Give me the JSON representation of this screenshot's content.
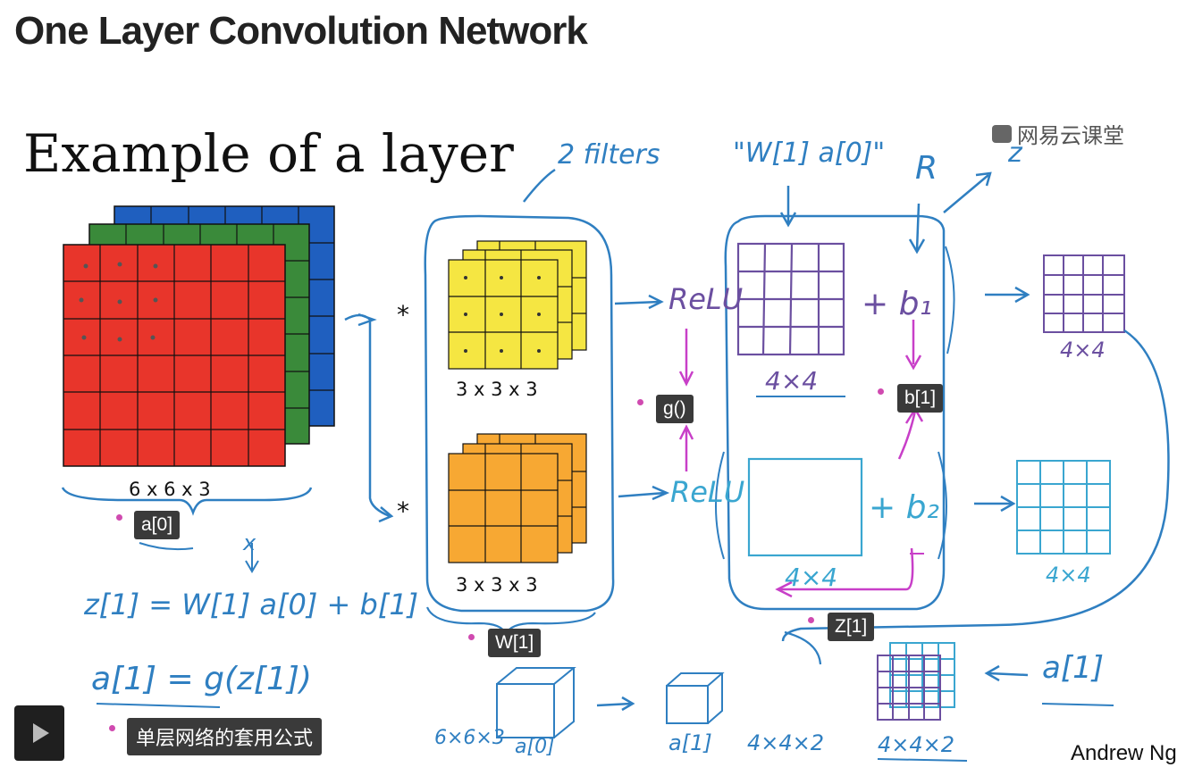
{
  "page": {
    "title": "One Layer Convolution Network"
  },
  "slide": {
    "heading": "Example of a layer",
    "watermark": "网易云课堂",
    "author": "Andrew Ng",
    "input_dim": "6 x 6 x 3",
    "filter1_dim": "3 x 3 x 3",
    "filter2_dim": "3 x 3 x 3",
    "star1": "*",
    "star2": "*",
    "handwriting": {
      "filters_note": "2 filters",
      "wa_note": "\"W[1] a[0]\"",
      "R_note": "R",
      "z_note": "z",
      "relu1": "ReLU",
      "relu2": "ReLU",
      "plus_b1": "+ b₁",
      "plus_b2": "+ b₂",
      "out1_dim": "4×4",
      "out2_dim": "4×4",
      "mid1_dim": "4×4",
      "mid2_dim": "4×4",
      "x_note": "x",
      "eq1": "z[1] = W[1] a[0] + b[1]",
      "eq2": "a[1] = g(z[1])",
      "bottom_input": "6×6×3",
      "bottom_a0": "a[0]",
      "bottom_a1": "a[1]",
      "bottom_a1_dim": "4×4×2",
      "bottom_out_dim": "4×4×2",
      "a1_label": "a[1]"
    },
    "tags": {
      "a0": "a[0]",
      "g": "g()",
      "b1": "b[1]",
      "W1": "W[1]",
      "Z1": "Z[1]"
    },
    "subtitle": "单层网络的套用公式"
  },
  "colors": {
    "red": "#e8352b",
    "green": "#3a8a3a",
    "blue": "#1f5fbf",
    "yellow": "#f5e642",
    "orange": "#f7a833",
    "pen_blue": "#2f7fc1",
    "pen_purple": "#6b4fa0",
    "pen_magenta": "#c83fc8",
    "pen_cyan": "#3aa6d0"
  },
  "icons": {
    "play": "play-icon",
    "watermark": "cloud-class-logo-icon"
  }
}
